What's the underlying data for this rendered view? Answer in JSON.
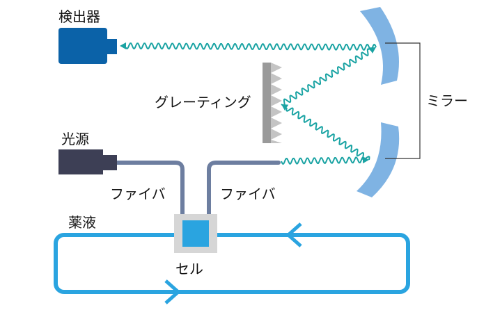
{
  "labels": {
    "detector": "検出器",
    "grating": "グレーティング",
    "mirror": "ミラー",
    "light_source": "光源",
    "fiber_left": "ファイバ",
    "fiber_right": "ファイバ",
    "reagent": "薬液",
    "cell": "セル"
  },
  "colors": {
    "detector": "#0b62a8",
    "light_source": "#3d3f55",
    "fiber": "#6d7ea0",
    "light_wave": "#1aa3a3",
    "mirror": "#7fb3e3",
    "grating": "#9a9a9a",
    "flow_loop": "#2aa4e0",
    "cell": "#2aa4e0",
    "cell_housing": "#d6d6d6"
  },
  "icons": {
    "detector": "detector-box-icon",
    "light_source": "light-source-box-icon",
    "flow_arrows": "chevron-arrow-icon"
  }
}
